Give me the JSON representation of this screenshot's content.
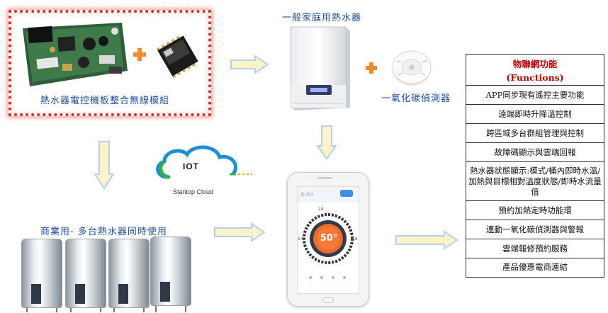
{
  "labels": {
    "module": "熱水器電控機板整合無線模組",
    "heater": "一般家庭用熱水器",
    "co_detector": "一氧化碳偵測器",
    "commercial": "商業用- 多台熱水器同時使用"
  },
  "cloud": {
    "title": "IOT",
    "subtitle": "Stantop Cloud"
  },
  "app": {
    "mode": "Auto",
    "temperature": "50°",
    "dial_top": "24",
    "dial_left": "14",
    "dial_right": "16"
  },
  "functions": {
    "header_line1": "物聯網功能",
    "header_line2": "(Functions)",
    "items": [
      "APP同步現有遙控主要功能",
      "遠端即時升降溫控制",
      "跨區域多台群組管理與控制",
      "故障碼顯示與雲端回報",
      "熱水器狀態顯示:模式/桶內即時水溫/加熱與目標相對溫度狀態/即時水流量值",
      "預約加熱定時功能環",
      "連動一氧化碳偵測器與警報",
      "雲端報修預約服務",
      "產品優惠電商連結"
    ]
  },
  "colors": {
    "frame_red": "#e3261c",
    "label_blue": "#1f4ea3",
    "header_red": "#c00000",
    "arrow_fill": "#fdf3c9",
    "arrow_stroke": "#b8d0ea",
    "plus_orange": "#f08a2a"
  }
}
